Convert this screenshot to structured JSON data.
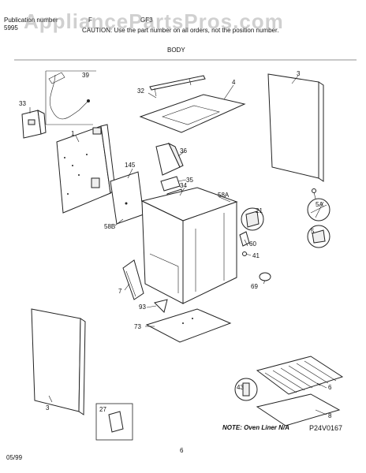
{
  "header": {
    "pub_label": "Publication number",
    "pub_number": "5995",
    "model_prefix": "F",
    "model_text": "GF3",
    "caution": "CAUTION: Use the part number on all orders, not the position number."
  },
  "watermark": "AppliancePartsPros.com",
  "section_title": "BODY",
  "callouts": {
    "c39": "39",
    "c33": "33",
    "c32": "32",
    "c4": "4",
    "c3a": "3",
    "c1": "1",
    "c36": "36",
    "c145": "145",
    "c35": "35",
    "c34": "34",
    "c58a": "58A",
    "c21": "21",
    "c5a": "5A",
    "c5": "5",
    "c58b": "58B",
    "c60": "60",
    "c41": "41",
    "c69": "69",
    "c7": "7",
    "c93": "93",
    "c73": "73",
    "c3b": "3",
    "c27": "27",
    "c43": "43",
    "c6": "6",
    "c8": "8"
  },
  "note": "NOTE: Oven Liner N/A",
  "drawing_code": "P24V0167",
  "page_number": "6",
  "date": "05/99"
}
